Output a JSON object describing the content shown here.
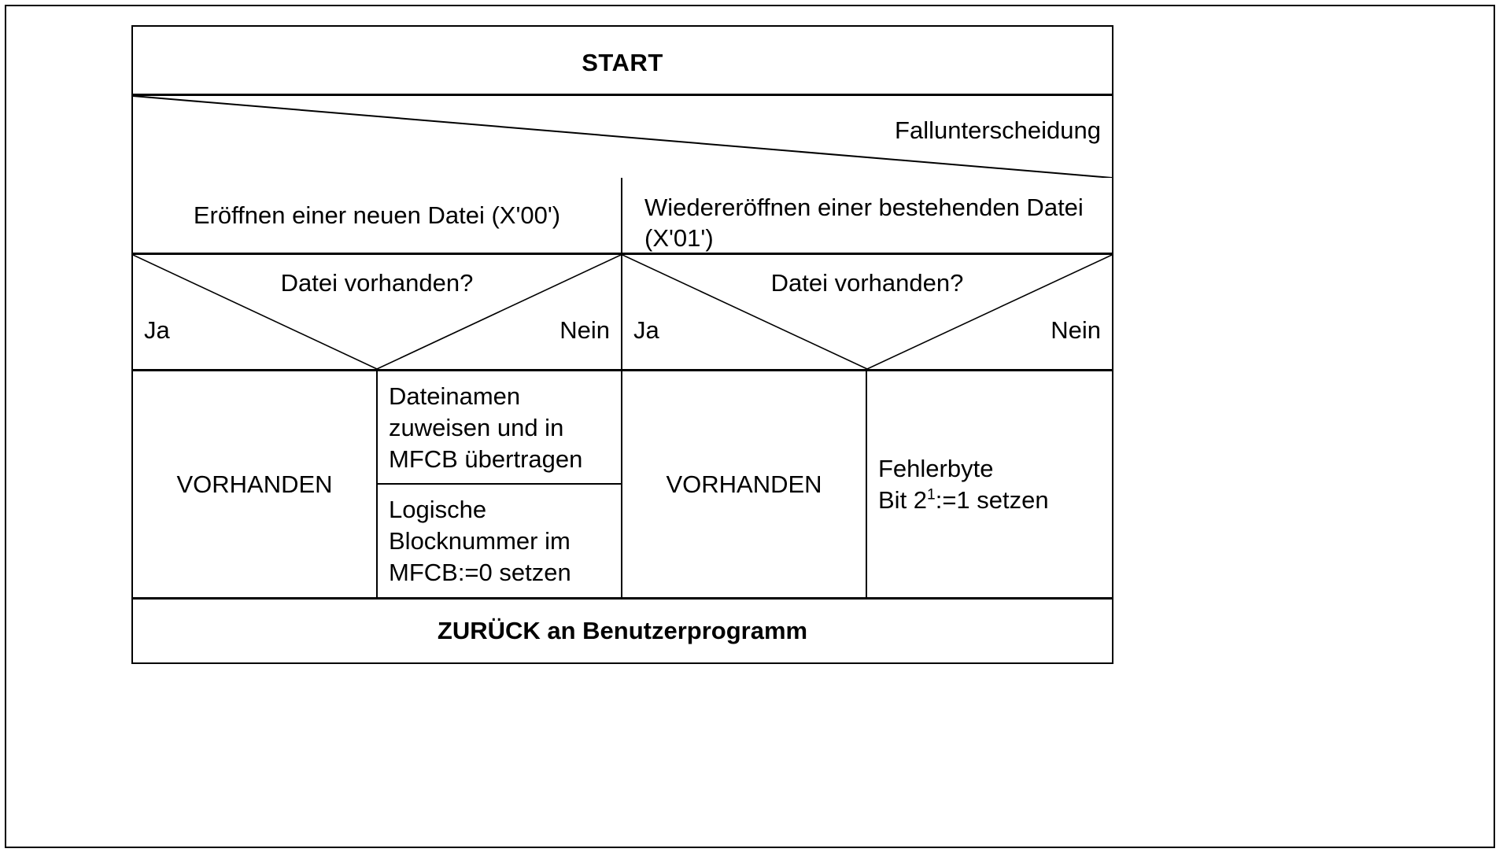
{
  "diagram": {
    "type": "nassi-shneiderman-structogram",
    "title_row": {
      "label": "START"
    },
    "case_row": {
      "label": "Fallunterscheidung"
    },
    "branches": [
      {
        "label": "Eröffnen einer neuen Datei (X'00')"
      },
      {
        "label": "Wiedereröffnen einer bestehenden Datei (X'01')"
      }
    ],
    "decisions": [
      {
        "question": "Datei vorhanden?",
        "yes_label": "Ja",
        "no_label": "Nein"
      },
      {
        "question": "Datei vorhanden?",
        "yes_label": "Ja",
        "no_label": "Nein"
      }
    ],
    "actions": [
      {
        "text": "VORHANDEN"
      },
      {
        "text_a": "Dateinamen zuweisen und in MFCB übertragen",
        "text_b": "Logische Blocknummer im MFCB:=0 setzen"
      },
      {
        "text": "VORHANDEN"
      },
      {
        "line1": "Fehlerbyte",
        "line2_prefix": "Bit 2",
        "line2_sup": "1",
        "line2_suffix": ":=1 setzen"
      }
    ],
    "return_row": {
      "label": "ZURÜCK an Benutzerprogramm"
    },
    "colors": {
      "line": "#000000",
      "background": "#ffffff",
      "text": "#000000"
    }
  }
}
